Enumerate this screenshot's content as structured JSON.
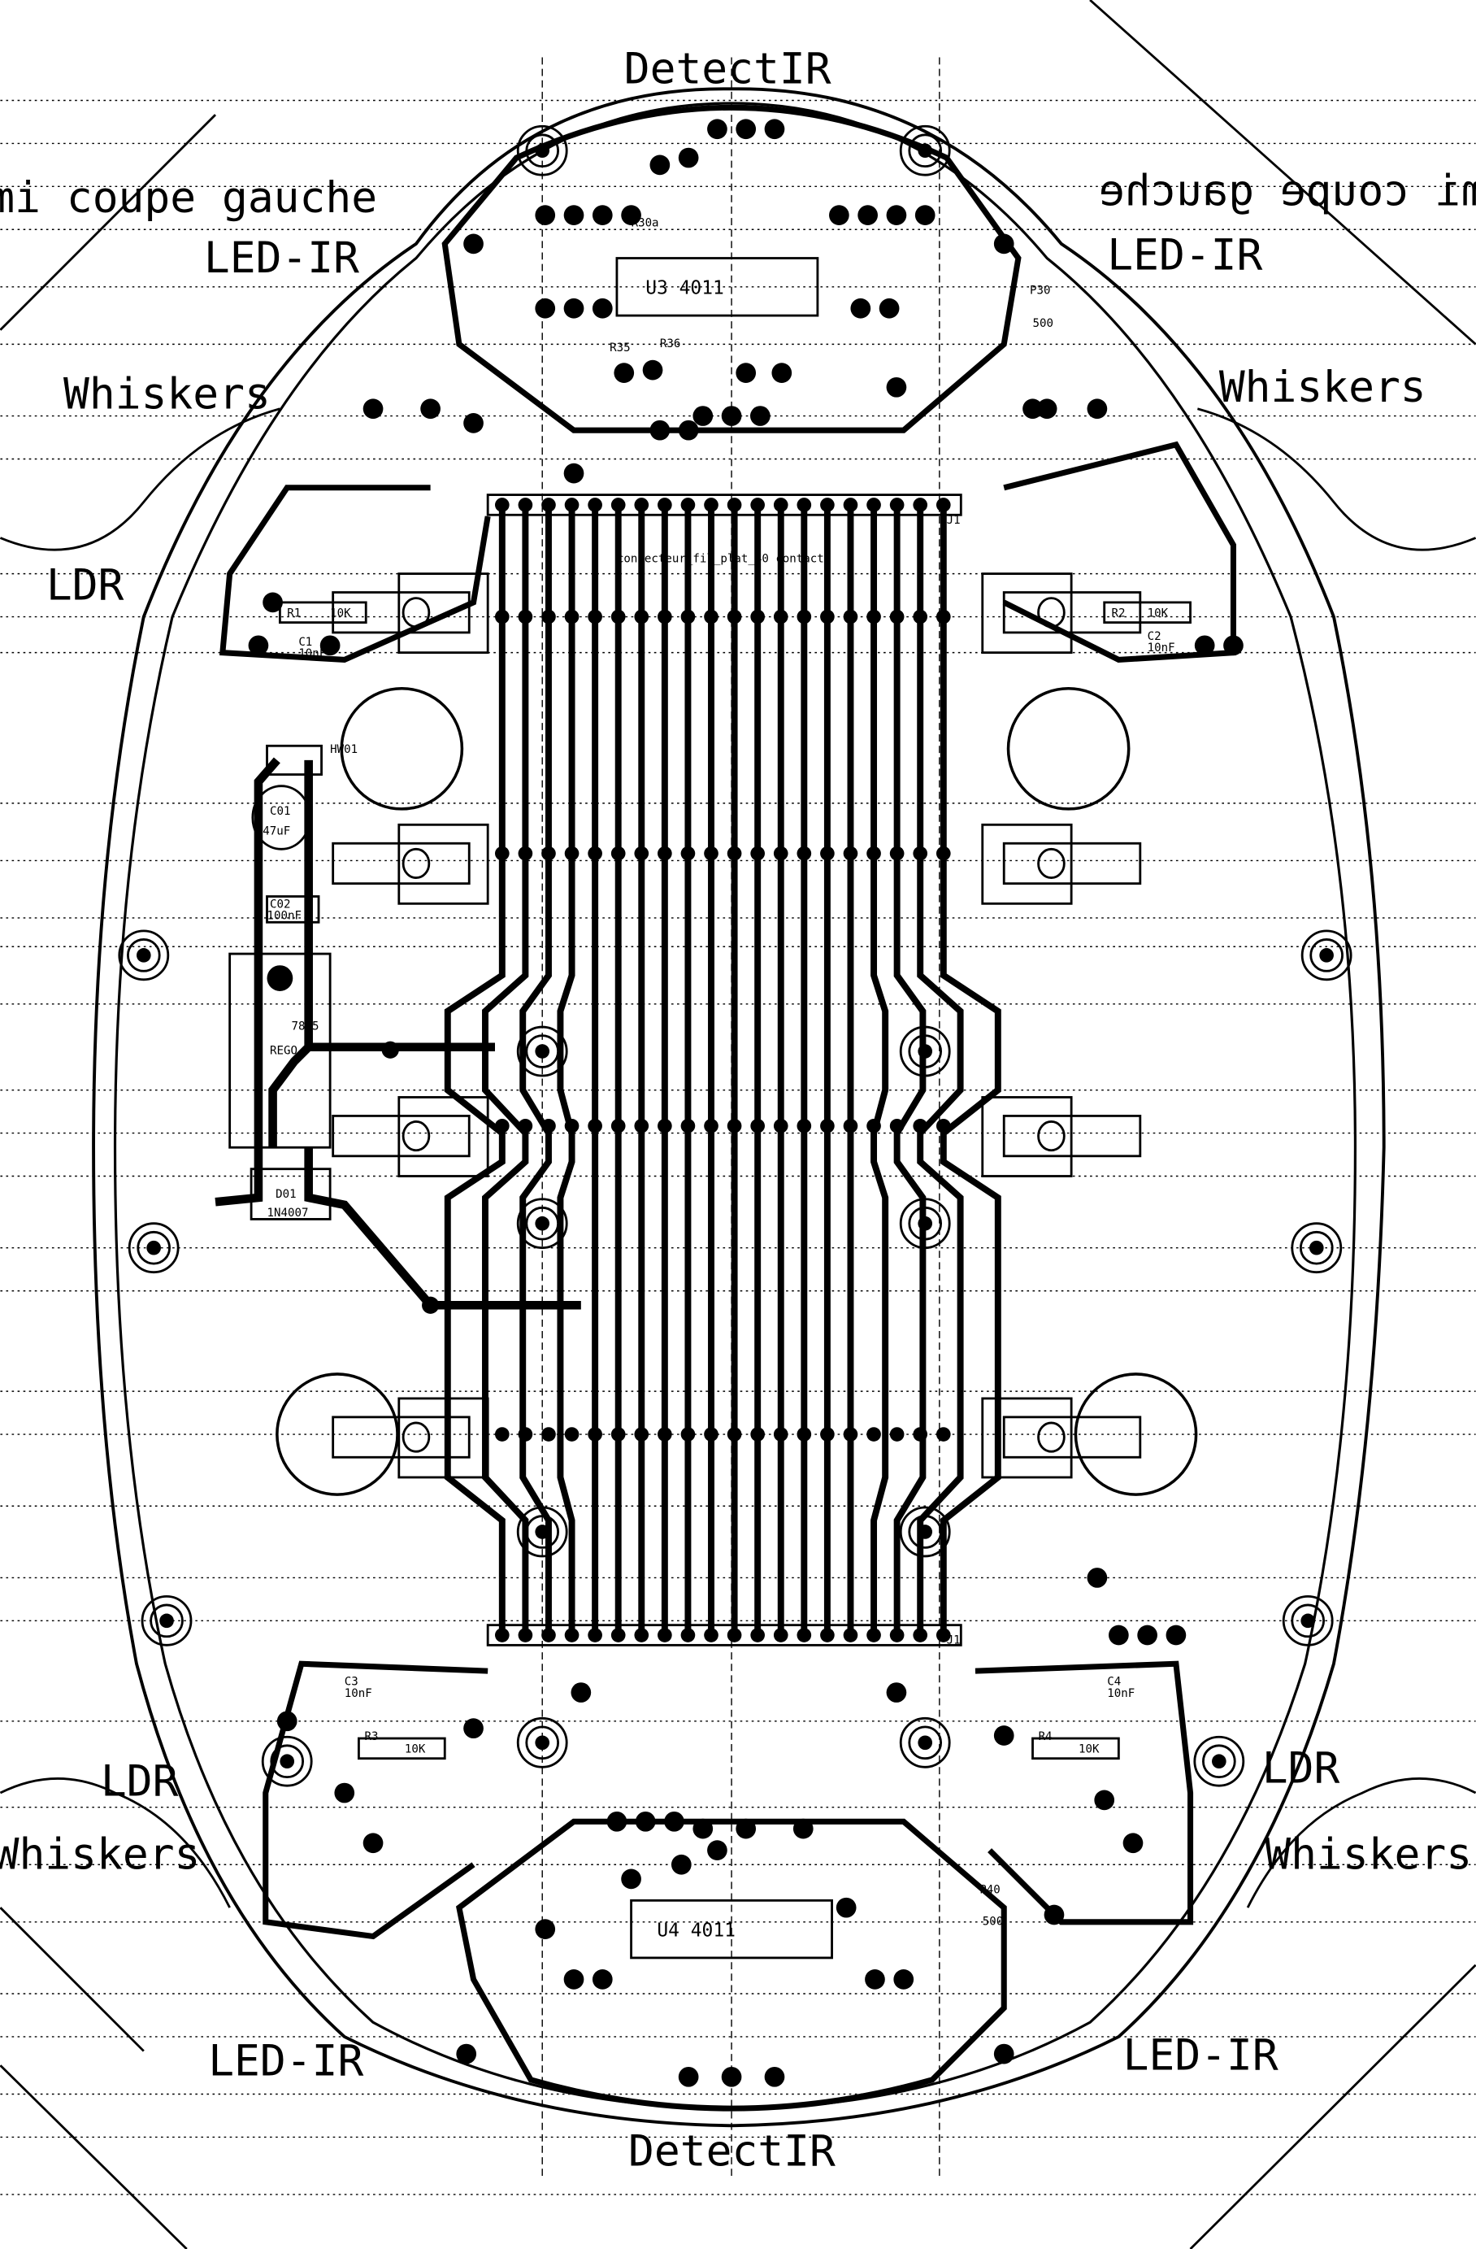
{
  "labels": {
    "detect_top": "DetectIR",
    "detect_bottom": "DetectIR",
    "coupe_left": "mi coupe gauche",
    "coupe_right": "mi coupe gauche",
    "led_ir_tl": "LED-IR",
    "led_ir_tr": "LED-IR",
    "led_ir_bl": "LED-IR",
    "led_ir_br": "LED-IR",
    "whiskers_tl": "Whiskers",
    "whiskers_tr": "Whiskers",
    "whiskers_bl": "Whiskers",
    "whiskers_br": "Whiskers",
    "ldr_tl": "LDR",
    "ldr_bl": "LDR",
    "ldr_br": "LDR"
  },
  "components": {
    "u3": "U3 4011",
    "u4": "U4 4011",
    "reg": "7805",
    "reg2": "REGO",
    "c01": "C01",
    "c01v": "47uF",
    "c02": "C02",
    "c02v": "100nF",
    "d01": "D01",
    "d01v": "1N4007",
    "r1": "R1",
    "r1v": "10K",
    "c1": "C1",
    "c1v": "10nF",
    "r2": "R2",
    "r2v": "10K",
    "c2": "C2",
    "c2v": "10nF",
    "c3": "C3",
    "c3v": "10nF",
    "c4": "C4",
    "c4v": "10nF",
    "r3": "R3",
    "r3v": "10K",
    "r4": "R4",
    "r4v": "10K",
    "p30": "P30",
    "p30v": "500",
    "p40": "P40",
    "p40v": "500",
    "r36": "R36",
    "r35": "R35",
    "r30a": "R30a",
    "j1_top": "J1",
    "j1_bottom": "J1",
    "hw01": "HW01",
    "conn": "connecteur_fil_plat_40 contacts"
  }
}
